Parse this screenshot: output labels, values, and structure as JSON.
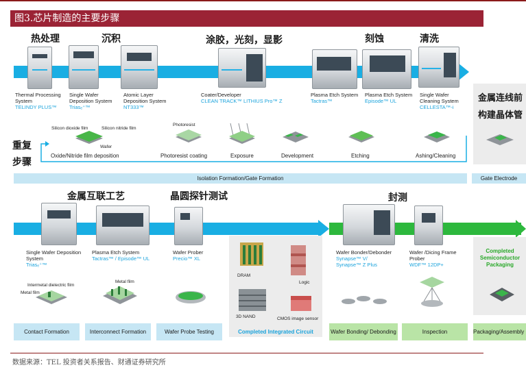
{
  "title": "图3.芯片制造的主要步骤",
  "source": "数据来源：TEL 投资者关系报告、财通证券研究所",
  "top": {
    "headers": [
      "热处理",
      "沉积",
      "涂胶，光刻，显影",
      "刻蚀",
      "清洗"
    ],
    "machines": [
      {
        "line1": "Thermal Processing",
        "line2": "System",
        "product": "TELINDY PLUS™"
      },
      {
        "line1": "Single Wafer",
        "line2": "Deposition System",
        "product": "Triasₑ⁺™"
      },
      {
        "line1": "Atomic Layer",
        "line2": "Deposition System",
        "product": "NT333™"
      },
      {
        "line1": "Coater/Developer",
        "line2": "",
        "product": "CLEAN TRACK™ LITHIUS Pro™ Z"
      },
      {
        "line1": "Plasma Etch System",
        "line2": "",
        "product": "Tactras™"
      },
      {
        "line1": "Plasma Etch System",
        "line2": "",
        "product": "Episode™ UL"
      },
      {
        "line1": "Single Wafer",
        "line2": "Cleaning System",
        "product": "CELLESTA™-i"
      }
    ],
    "right_title": [
      "金属连线前",
      "构建晶体管"
    ],
    "repeat": [
      "重复",
      "步骤"
    ],
    "film_labels": [
      "Silicon dioxide film",
      "Silicon nitride film",
      "Wafer",
      "Photoresist"
    ],
    "steps": [
      "Oxide/Nitride film deposition",
      "Photoresist coating",
      "Exposure",
      "Development",
      "Etching",
      "Ashing/Cleaning"
    ],
    "iso_bar": "Isolation Formation/Gate Formation",
    "gate_electrode": "Gate Electrode"
  },
  "bottom": {
    "headers": [
      "金属互联工艺",
      "晶圆探针测试",
      "封测"
    ],
    "machines": [
      {
        "line1": "Single Wafer Deposition",
        "line2": "System",
        "product": "Triasₑ⁺™"
      },
      {
        "line1": "Plasma Etch System",
        "line2": "",
        "product": "Tactras™ / Episode™ UL"
      },
      {
        "line1": "Wafer Prober",
        "line2": "",
        "product": "Precio™ XL"
      },
      {
        "line1": "Wafer Bonder/Debonder",
        "line2": "Synapse™ V/",
        "product": "Synapse™ Z Plus"
      },
      {
        "line1": "Wafer /Dicing Frame",
        "line2": "Prober",
        "product": "WDF™ 12DP+"
      }
    ],
    "film_labels": [
      "Intermetal dielectric film",
      "Metal film",
      "Metal film"
    ],
    "circuit_labels": [
      "DRAM",
      "Logic",
      "3D NAND",
      "CMOS image sensor"
    ],
    "completed_packaging": [
      "Completed",
      "Semiconductor",
      "Packaging"
    ],
    "boxes": [
      "Contact Formation",
      "Interconnect Formation",
      "Wafer Probe Testing",
      "Completed Integrated Circuit",
      "Wafer Bonding/ Debonding",
      "Inspection",
      "Packaging/Assembly"
    ]
  },
  "colors": {
    "title_bg": "#9b2335",
    "arrow_blue": "#19aee3",
    "arrow_green": "#2db83d",
    "box_blue": "#c6e6f4",
    "box_green": "#b9e4a6",
    "product_blue": "#1aa3dc"
  }
}
